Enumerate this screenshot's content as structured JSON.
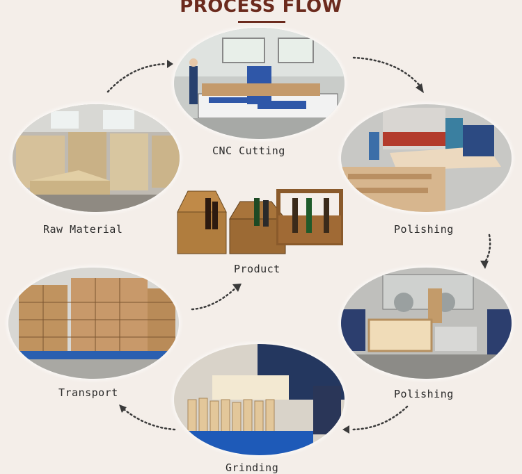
{
  "title": "PROCESS FLOW",
  "steps": {
    "cnc": "CNC  Cutting",
    "polishing1": "Polishing",
    "polishing2": "Polishing",
    "grinding": "Grinding",
    "transport": "Transport",
    "raw": "Raw Material",
    "product": "Product"
  },
  "colors": {
    "title": "#6b2a1d",
    "background": "#f4eee9",
    "arrow": "#3a3a3a"
  }
}
